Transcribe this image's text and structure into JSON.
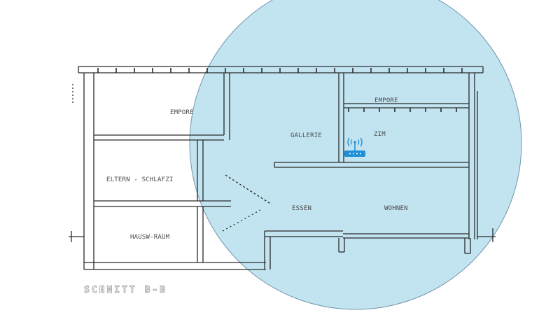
{
  "drawing": {
    "caption": "SCHNITT B-B",
    "rooms": {
      "empore_left": "EMPORE",
      "eltern_schlafzi": "ELTERN - SCHLAFZI",
      "hausw_raum": "HAUSW-RAUM",
      "gallerie": "GALLERIE",
      "empore_right": "EMPORE",
      "zim": "ZIM",
      "essen": "ESSEN",
      "wohnen": "WOHNEN"
    }
  },
  "overlay": {
    "coverage_color": "#bfe3f1",
    "coverage_stroke": "#6a8fa6",
    "router_color": "#1e90d6",
    "router_icon": "wifi-router-icon"
  }
}
